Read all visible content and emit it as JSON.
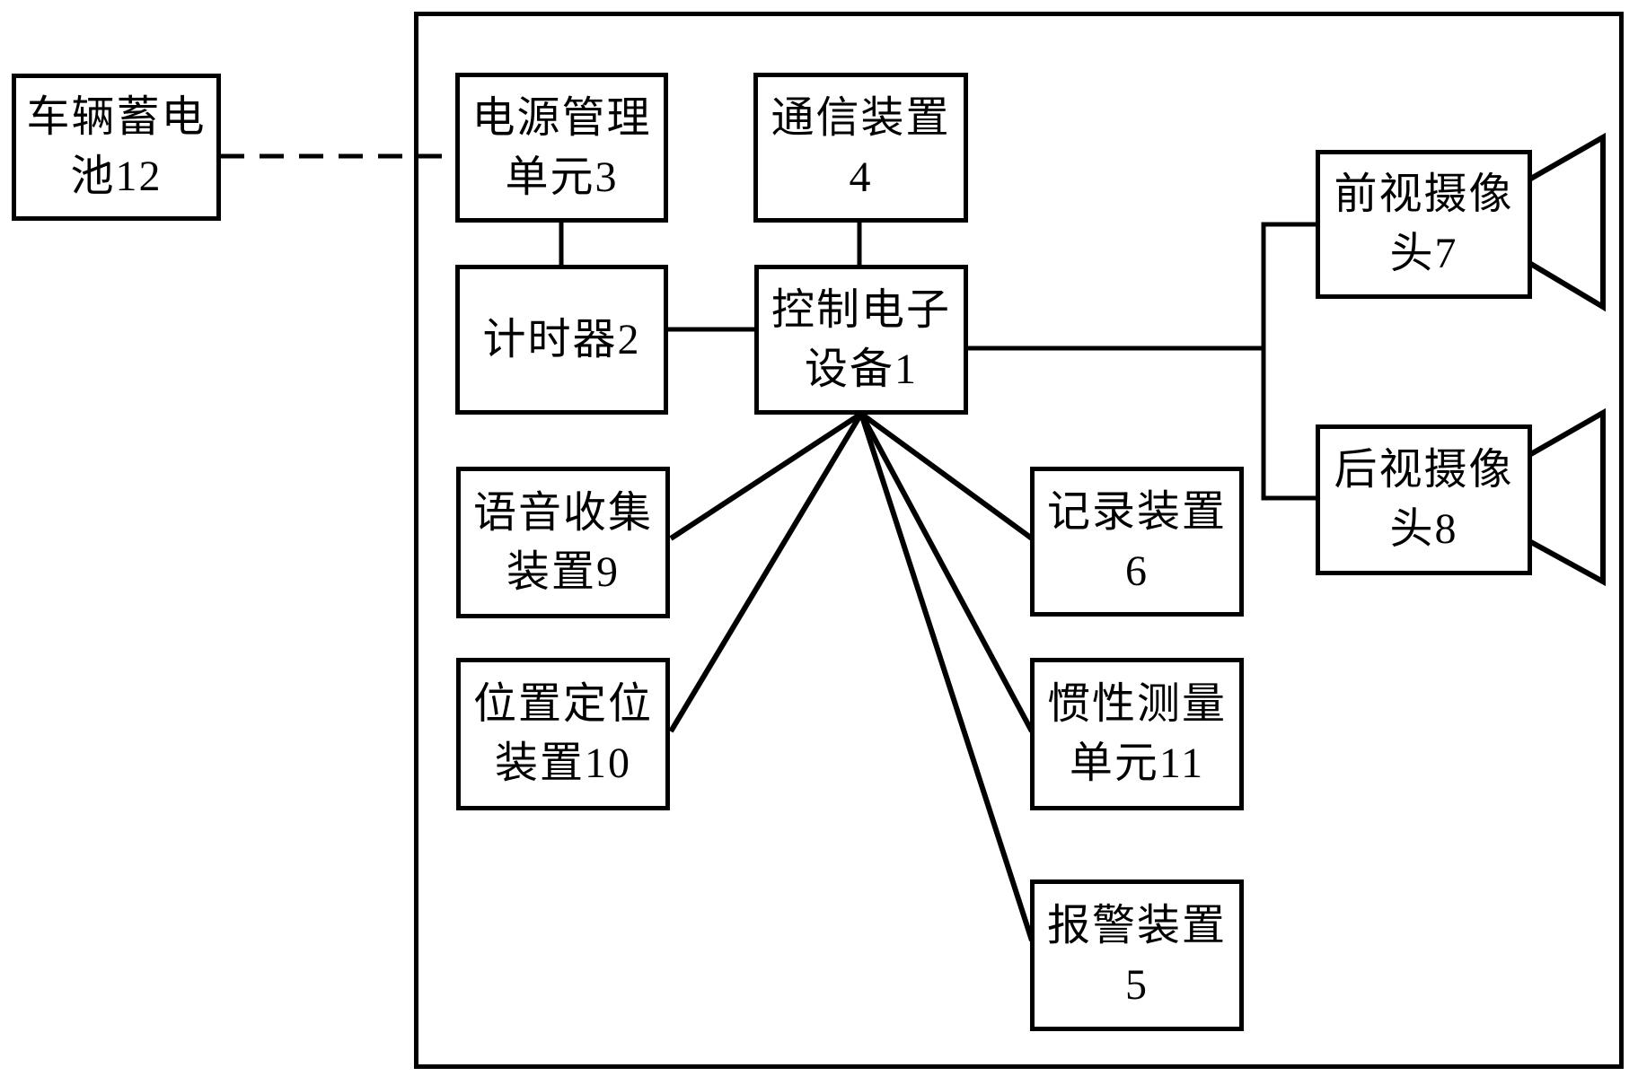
{
  "colors": {
    "line": "#000000",
    "text": "#000000",
    "background": "#ffffff"
  },
  "icons": {
    "front_camera_icon": "camera-lens-trapezoid",
    "rear_camera_icon": "camera-lens-trapezoid"
  },
  "nodes": {
    "battery": {
      "label": "车辆蓄电池12",
      "lines": [
        "车辆蓄电",
        "池12"
      ]
    },
    "power": {
      "label": "电源管理单元3",
      "lines": [
        "电源管理",
        "单元3"
      ]
    },
    "comm": {
      "label": "通信装置4",
      "lines": [
        "通信装置",
        "4"
      ]
    },
    "timer": {
      "label": "计时器2",
      "lines": [
        "计时器2"
      ]
    },
    "control": {
      "label": "控制电子设备1",
      "lines": [
        "控制电子",
        "设备1"
      ]
    },
    "voice": {
      "label": "语音收集装置9",
      "lines": [
        "语音收集",
        "装置9"
      ]
    },
    "record": {
      "label": "记录装置6",
      "lines": [
        "记录装置",
        "6"
      ]
    },
    "position": {
      "label": "位置定位装置10",
      "lines": [
        "位置定位",
        "装置10"
      ]
    },
    "imu": {
      "label": "惯性测量单元11",
      "lines": [
        "惯性测量",
        "单元11"
      ]
    },
    "alarm": {
      "label": "报警装置5",
      "lines": [
        "报警装置",
        "5"
      ]
    },
    "front_camera": {
      "label": "前视摄像头7",
      "lines": [
        "前视摄像",
        "头7"
      ]
    },
    "rear_camera": {
      "label": "后视摄像头8",
      "lines": [
        "后视摄像",
        "头8"
      ]
    }
  }
}
